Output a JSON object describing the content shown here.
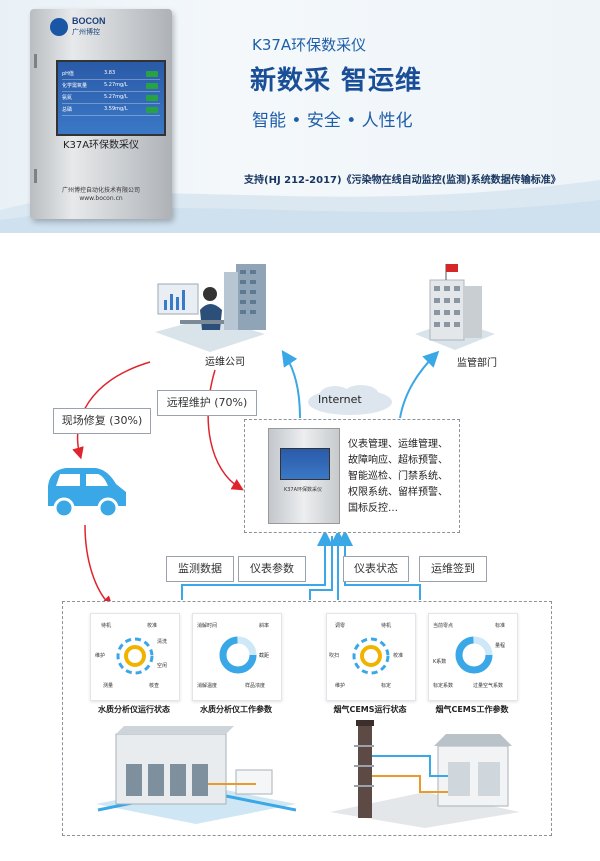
{
  "banner": {
    "device": {
      "brand": "BOCON",
      "brand_cn": "广州博控",
      "model": "K37A环保数采仪",
      "company": "广州博控自动化技术有限公司",
      "url": "www.bocon.cn",
      "screen_rows": [
        {
          "label": "pH值",
          "value": "3.83"
        },
        {
          "label": "化学需氧量",
          "value": "5.27mg/L"
        },
        {
          "label": "氨氮",
          "value": "5.27mg/L"
        },
        {
          "label": "总磷",
          "value": "3.59mg/L"
        }
      ]
    },
    "product_name": "K37A环保数采仪",
    "headline": "新数采 智运维",
    "tagline": "智能 • 安全 • 人性化",
    "standard": "支持(HJ 212-2017)《污染物在线自动监控(监测)系统数据传输标准》"
  },
  "diagram": {
    "ops_company": "运维公司",
    "regulator": "监管部门",
    "internet": "Internet",
    "onsite_repair": "现场修复 (30%)",
    "remote_maintenance": "远程维护 (70%)",
    "center_device_model": "K37A环保数采仪",
    "features": [
      "仪表管理、运维管理、",
      "故障响应、超标预警、",
      "智能巡检、门禁系统、",
      "权限系统、留样预警、",
      "国标反控…"
    ],
    "data_labels": [
      "监测数据",
      "仪表参数",
      "仪表状态",
      "运维签到"
    ],
    "panels": [
      {
        "title": "水质分析仪运行状态",
        "items": [
          "待机",
          "校准",
          "维护",
          "清洗",
          "空闲",
          "测量",
          "核查"
        ]
      },
      {
        "title": "水质分析仪工作参数",
        "items": [
          "消解时间",
          "斜率",
          "截距",
          "消解温度",
          "样品浓度"
        ]
      },
      {
        "title": "烟气CEMS运行状态",
        "items": [
          "调零",
          "待机",
          "校准",
          "维护",
          "标定",
          "吹扫"
        ]
      },
      {
        "title": "烟气CEMS工作参数",
        "items": [
          "当前零点",
          "标准",
          "量程",
          "K系数",
          "标定系数",
          "过量空气系数"
        ]
      }
    ]
  },
  "colors": {
    "brand_blue": "#1a4f97",
    "arrow_red": "#e0242d",
    "arrow_blue": "#3aa7e6"
  }
}
